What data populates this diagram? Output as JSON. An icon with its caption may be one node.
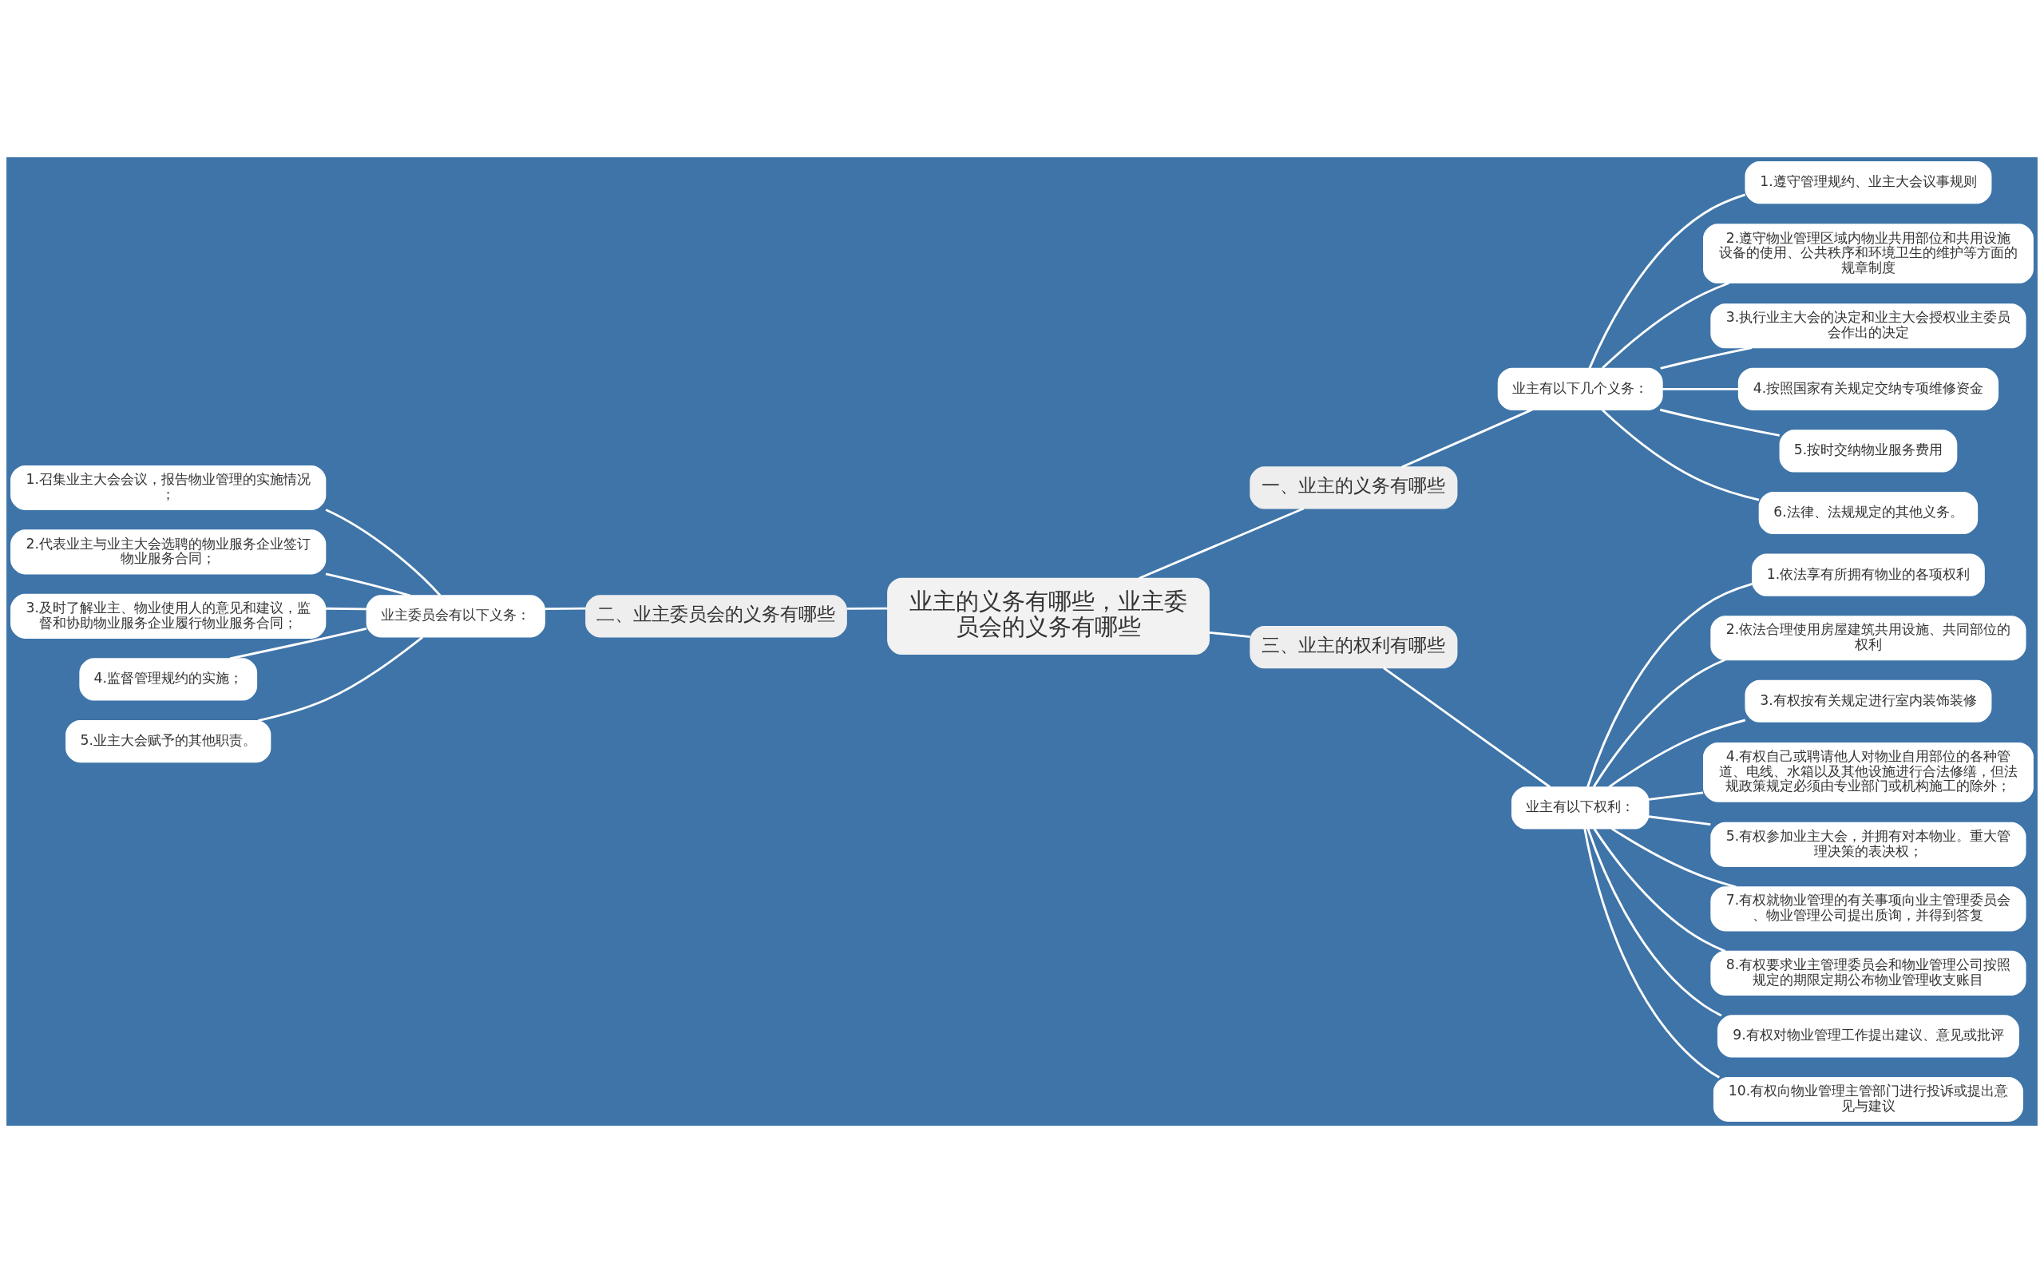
{
  "diagram": {
    "nodes": [
      {
        "text": [
          "业主的义务有哪些，业主委员会的义务有哪些"
        ]
      },
      {
        "text": [
          "一、业主的义务有哪些"
        ]
      },
      {
        "text": [
          "业主有以下几个义务："
        ]
      },
      {
        "text": [
          "1.遵守管理规约、业主大会议事规则"
        ]
      },
      {
        "text": [
          "2.遵守物业管理区域内物业共用部位和共用设施设备的使用、公共秩序和环境卫生的维护等方面的规章制度"
        ]
      },
      {
        "text": [
          "3.执行业主大会的决定和业主大会授权业主委员会作出的决定"
        ]
      },
      {
        "text": [
          "4.按照国家有关规定交纳专项维修资金"
        ]
      },
      {
        "text": [
          "5.按时交纳物业服务费用"
        ]
      },
      {
        "text": [
          "6.法律、法规规定的其他义务。"
        ]
      },
      {
        "text": [
          "二、业主委员会的义务有哪些"
        ]
      },
      {
        "text": [
          "业主委员会有以下义务："
        ]
      },
      {
        "text": [
          "1.召集业主大会会议，报告物业管理的实施情况；"
        ]
      },
      {
        "text": [
          "2.代表业主与业主大会选聘的物业服务企业签订物业服务合同；"
        ]
      },
      {
        "text": [
          "3.及时了解业主、物业使用人的意见和建议，监督和协助物业服务企业履行物业服务合同；"
        ]
      },
      {
        "text": [
          "4.监督管理规约的实施；"
        ]
      },
      {
        "text": [
          "5.业主大会赋予的其他职责。"
        ]
      },
      {
        "text": [
          "三、业主的权利有哪些"
        ]
      },
      {
        "text": [
          "业主有以下权利："
        ]
      },
      {
        "text": [
          "1.依法享有所拥有物业的各项权利"
        ]
      },
      {
        "text": [
          "2.依法合理使用房屋建筑共用设施、共同部位的权利"
        ]
      },
      {
        "text": [
          "3.有权按有关规定进行室内装饰装修"
        ]
      },
      {
        "text": [
          "4.有权自己或聘请他人对物业自用部位的各种管道、电线、水箱以及其他设施进行合法修缮，但法规政策规定必须由专业部门或机构施工的除外；"
        ]
      },
      {
        "text": [
          "5.有权参加业主大会，并拥有对本物业。重大管理决策的表决权；"
        ]
      },
      {
        "text": [
          "7.有权就物业管理的有关事项向业主管理委员会、物业管理公司提出质询，并得到答复"
        ]
      },
      {
        "text": [
          "8.有权要求业主管理委员会和物业管理公司按照规定的期限定期公布物业管理收支账目"
        ]
      },
      {
        "text": [
          "9.有权对物业管理工作提出建议、意见或批评"
        ]
      },
      {
        "text": [
          "10.有权向物业管理主管部门进行投诉或提出意见与建议"
        ]
      }
    ],
    "edges": [
      {
        "from": 0,
        "to": 1,
        "arrow": "none"
      },
      {
        "from": 1,
        "to": 2,
        "arrow": "none"
      },
      {
        "from": 2,
        "to": 3,
        "arrow": "none"
      },
      {
        "from": 2,
        "to": 4,
        "arrow": "none"
      },
      {
        "from": 2,
        "to": 5,
        "arrow": "none"
      },
      {
        "from": 2,
        "to": 6,
        "arrow": "none"
      },
      {
        "from": 2,
        "to": 7,
        "arrow": "none"
      },
      {
        "from": 2,
        "to": 8,
        "arrow": "none"
      },
      {
        "from": 0,
        "to": 9,
        "arrow": "none"
      },
      {
        "from": 9,
        "to": 10,
        "arrow": "none"
      },
      {
        "from": 10,
        "to": 11,
        "arrow": "none"
      },
      {
        "from": 10,
        "to": 12,
        "arrow": "none"
      },
      {
        "from": 10,
        "to": 13,
        "arrow": "none"
      },
      {
        "from": 10,
        "to": 14,
        "arrow": "none"
      },
      {
        "from": 10,
        "to": 15,
        "arrow": "none"
      },
      {
        "from": 0,
        "to": 16,
        "arrow": "none"
      },
      {
        "from": 16,
        "to": 17,
        "arrow": "none"
      },
      {
        "from": 17,
        "to": 18,
        "arrow": "none"
      },
      {
        "from": 17,
        "to": 19,
        "arrow": "none"
      },
      {
        "from": 17,
        "to": 20,
        "arrow": "none"
      },
      {
        "from": 17,
        "to": 21,
        "arrow": "none"
      },
      {
        "from": 17,
        "to": 22,
        "arrow": "none"
      },
      {
        "from": 17,
        "to": 23,
        "arrow": "none"
      },
      {
        "from": 17,
        "to": 24,
        "arrow": "none"
      },
      {
        "from": 17,
        "to": 25,
        "arrow": "none"
      },
      {
        "from": 17,
        "to": 26,
        "arrow": "none"
      }
    ]
  }
}
